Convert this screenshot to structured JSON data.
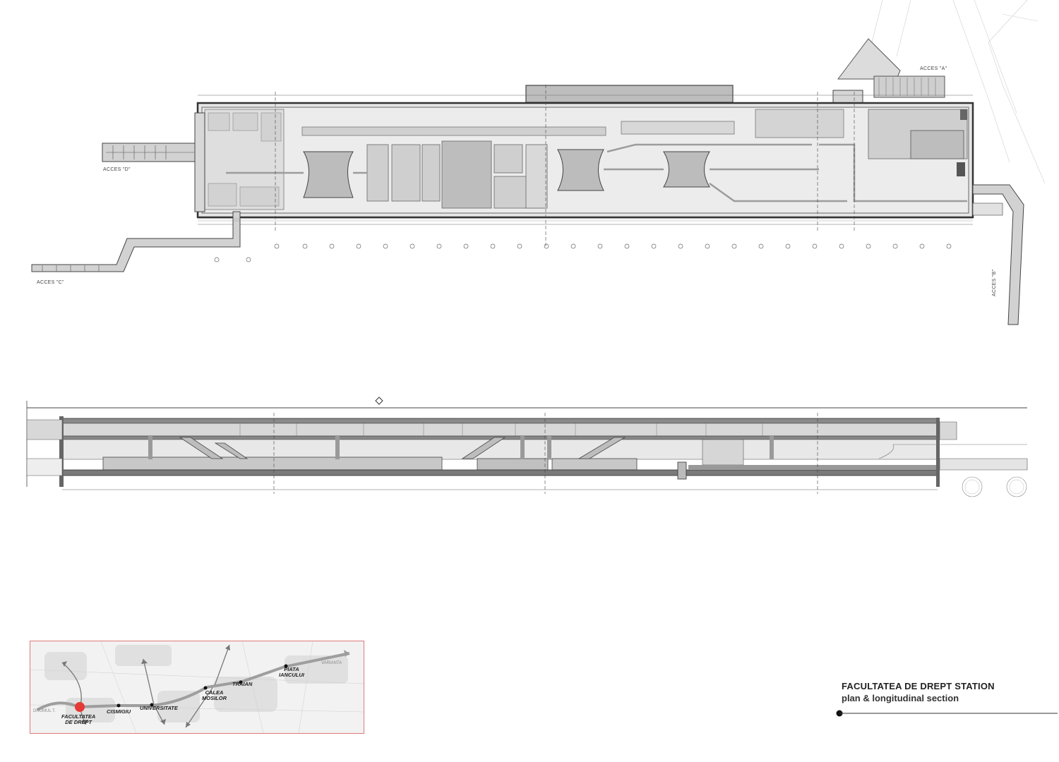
{
  "title": {
    "main": "FACULTATEA DE DREPT STATION",
    "sub": "plan & longitudinal section"
  },
  "plan": {
    "access_labels": [
      "ACCES \"D\"",
      "ACCES \"C\"",
      "ACCES \"A\"",
      "ACCES \"B\""
    ]
  },
  "map": {
    "stations": [
      {
        "name": "FACULTATEA\nDE DREPT",
        "highlight": true
      },
      {
        "name": "CISMIGIU",
        "highlight": false
      },
      {
        "name": "UNIVERSITATE",
        "highlight": false
      },
      {
        "name": "CALEA\nMOSILOR",
        "highlight": false
      },
      {
        "name": "TRAIAN",
        "highlight": false
      },
      {
        "name": "PIATA\nIANCULUI",
        "highlight": false
      }
    ],
    "end_labels": [
      "DRUMUL T.",
      "VARIANTA"
    ],
    "colors": {
      "highlight": "#e53935",
      "line": "#9e9e9e",
      "frame": "#e07a7a"
    }
  }
}
